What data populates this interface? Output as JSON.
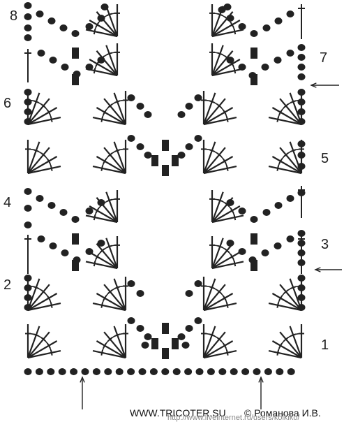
{
  "row_labels": {
    "r1": "1",
    "r2": "2",
    "r3": "3",
    "r4": "4",
    "r5": "5",
    "r6": "6",
    "r7": "7",
    "r8": "8"
  },
  "credit": "WWW.TRICOTER.SU",
  "copyright": "© Романова И.В.",
  "watermark": "http://www.liveinternet.ru/users/kolkiko/",
  "symbols": {
    "chain": "chain-stitch-dot",
    "fan": "treble-fan-icon",
    "cluster": "picot-block-icon",
    "arrow": "start-arrow-icon"
  }
}
